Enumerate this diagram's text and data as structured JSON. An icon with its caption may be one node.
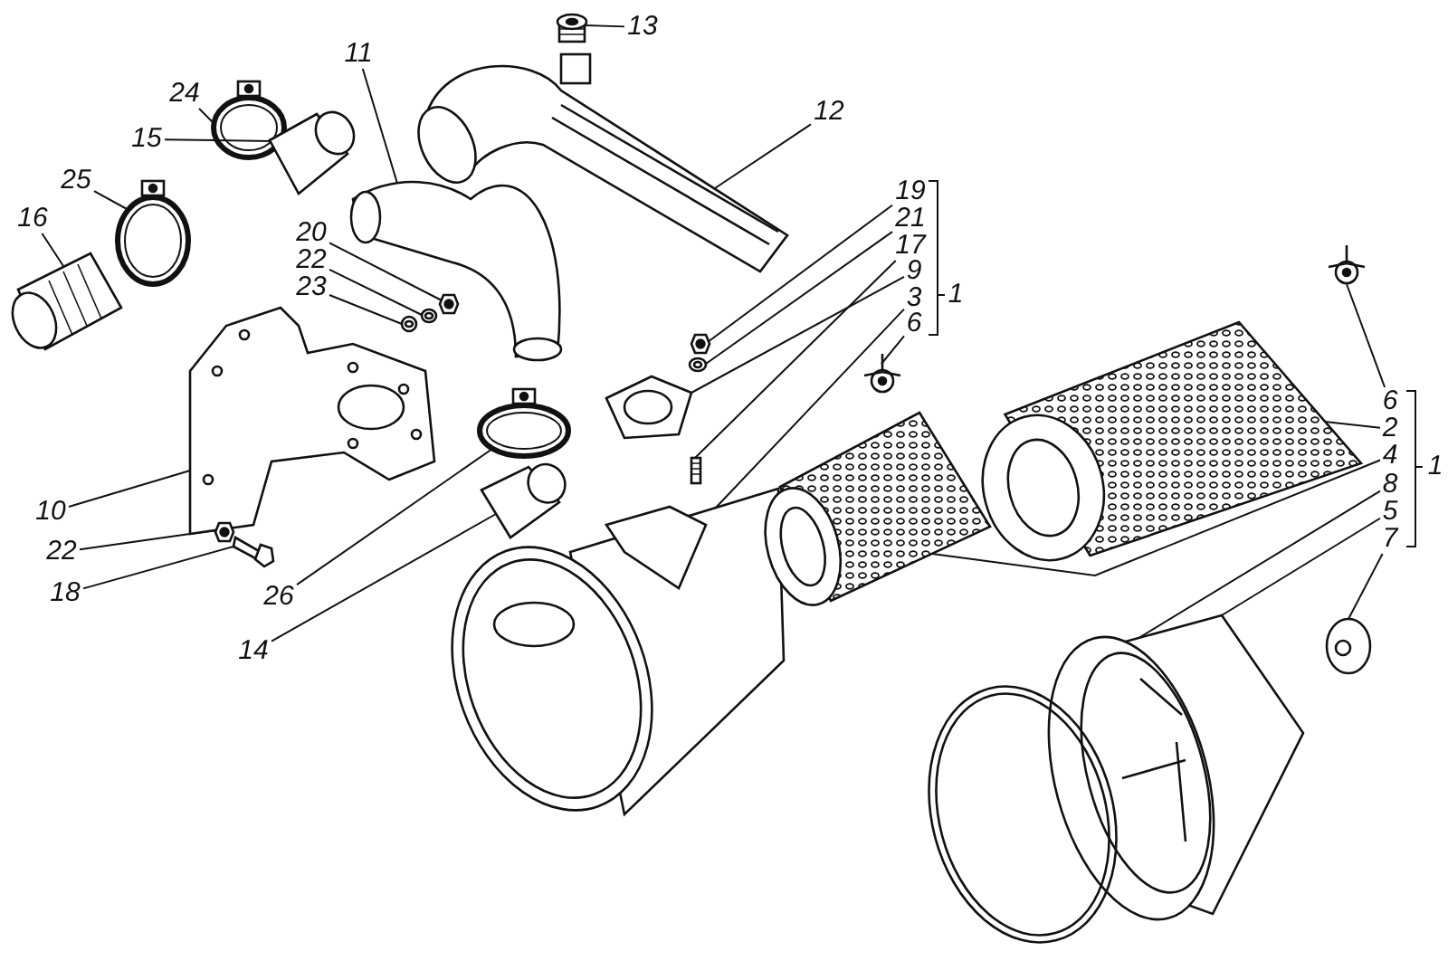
{
  "diagram": {
    "nodes": [
      {
        "text": [
          "13"
        ]
      },
      {
        "text": [
          "24"
        ]
      },
      {
        "text": [
          "11"
        ]
      },
      {
        "text": [
          "12"
        ]
      },
      {
        "text": [
          "15"
        ]
      },
      {
        "text": [
          "25"
        ]
      },
      {
        "text": [
          "16"
        ]
      },
      {
        "text": [
          "20"
        ]
      },
      {
        "text": [
          "22"
        ]
      },
      {
        "text": [
          "23"
        ]
      },
      {
        "text": [
          "19"
        ]
      },
      {
        "text": [
          "21"
        ]
      },
      {
        "text": [
          "17"
        ]
      },
      {
        "text": [
          "9"
        ]
      },
      {
        "text": [
          "3"
        ]
      },
      {
        "text": [
          "6"
        ]
      },
      {
        "text": [
          "10"
        ]
      },
      {
        "text": [
          "22"
        ]
      },
      {
        "text": [
          "18"
        ]
      },
      {
        "text": [
          "26"
        ]
      },
      {
        "text": [
          "14"
        ]
      },
      {
        "text": [
          "6"
        ]
      },
      {
        "text": [
          "2"
        ]
      },
      {
        "text": [
          "4"
        ]
      },
      {
        "text": [
          "8"
        ]
      },
      {
        "text": [
          "5"
        ]
      },
      {
        "text": [
          "7"
        ]
      },
      {
        "text": [],
        "shape": "picture"
      },
      {
        "text": [],
        "shape": "picture"
      },
      {
        "text": [],
        "shape": "picture"
      },
      {
        "text": [],
        "shape": "picture"
      },
      {
        "text": [],
        "shape": "picture"
      },
      {
        "text": [],
        "shape": "picture"
      },
      {
        "text": [],
        "shape": "picture"
      },
      {
        "text": [],
        "shape": "picture"
      },
      {
        "text": [],
        "shape": "picture"
      },
      {
        "text": [],
        "shape": "picture"
      },
      {
        "text": [],
        "shape": "picture"
      },
      {
        "text": [],
        "shape": "picture"
      },
      {
        "text": [],
        "shape": "picture"
      },
      {
        "text": [],
        "shape": "picture"
      },
      {
        "text": [],
        "shape": "picture"
      },
      {
        "text": [],
        "shape": "picture"
      },
      {
        "text": [],
        "shape": "picture"
      },
      {
        "text": [],
        "shape": "picture"
      },
      {
        "text": [],
        "shape": "picture"
      },
      {
        "text": [],
        "shape": "picture"
      },
      {
        "text": [],
        "shape": "picture"
      },
      {
        "text": [],
        "shape": "picture"
      },
      {
        "text": [],
        "shape": "picture"
      },
      {
        "text": [],
        "shape": "picture"
      },
      {
        "text": [],
        "shape": "picture"
      },
      {
        "text": [],
        "shape": "picture"
      },
      {
        "text": [],
        "shape": "picture"
      }
    ],
    "edges": [
      {
        "from": 0,
        "to": 27,
        "arrow": "none"
      },
      {
        "from": 1,
        "to": 29,
        "arrow": "none"
      },
      {
        "from": 2,
        "to": 31,
        "arrow": "none"
      },
      {
        "from": 3,
        "to": 28,
        "arrow": "none"
      },
      {
        "from": 4,
        "to": 30,
        "arrow": "none"
      },
      {
        "from": 5,
        "to": 32,
        "arrow": "none"
      },
      {
        "from": 6,
        "to": 33,
        "arrow": "none"
      },
      {
        "from": 7,
        "to": 34,
        "arrow": "none"
      },
      {
        "from": 8,
        "to": 35,
        "arrow": "none"
      },
      {
        "from": 9,
        "to": 36,
        "arrow": "none"
      },
      {
        "from": 10,
        "to": 38,
        "arrow": "none"
      },
      {
        "from": 11,
        "to": 39,
        "arrow": "none"
      },
      {
        "from": 12,
        "to": 40,
        "arrow": "none"
      },
      {
        "from": 13,
        "to": 41,
        "arrow": "none"
      },
      {
        "from": 14,
        "to": 42,
        "arrow": "none"
      },
      {
        "from": 15,
        "to": 43,
        "arrow": "none"
      },
      {
        "from": 16,
        "to": 37,
        "arrow": "none"
      },
      {
        "from": 17,
        "to": 52,
        "arrow": "none"
      },
      {
        "from": 18,
        "to": 53,
        "arrow": "none"
      },
      {
        "from": 19,
        "to": 44,
        "arrow": "none"
      },
      {
        "from": 20,
        "to": 45,
        "arrow": "none"
      },
      {
        "from": 21,
        "to": 46,
        "arrow": "none"
      },
      {
        "from": 22,
        "to": 47,
        "arrow": "none"
      },
      {
        "from": 23,
        "to": 48,
        "arrow": "none"
      },
      {
        "from": 24,
        "to": 49,
        "arrow": "none"
      },
      {
        "from": 25,
        "to": 50,
        "arrow": "none"
      },
      {
        "from": 26,
        "to": 51,
        "arrow": "none"
      }
    ],
    "labels": [
      "1",
      "1"
    ]
  }
}
